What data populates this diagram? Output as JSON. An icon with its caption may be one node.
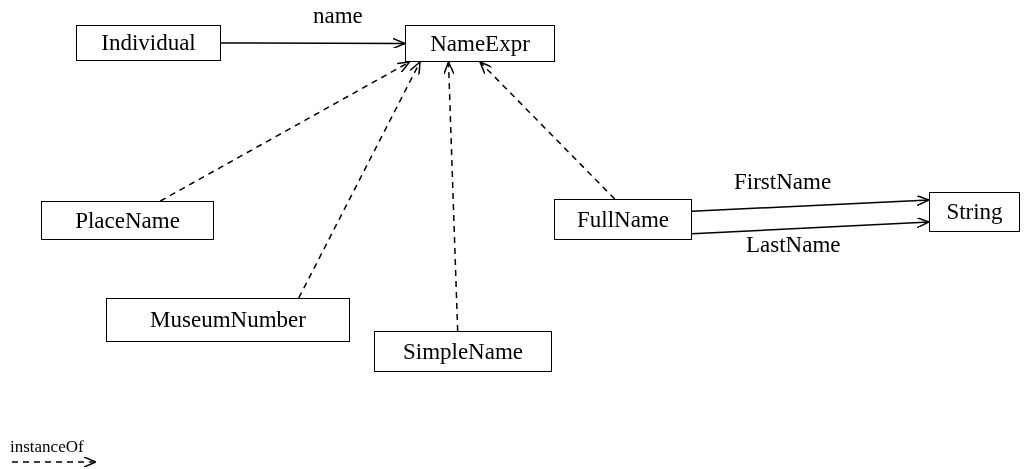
{
  "diagram": {
    "nodes": [
      {
        "text": [
          "Individual"
        ]
      },
      {
        "text": [
          "NameExpr"
        ]
      },
      {
        "text": [
          "PlaceName"
        ]
      },
      {
        "text": [
          "FullName"
        ]
      },
      {
        "text": [
          "String"
        ]
      },
      {
        "text": [
          "MuseumNumber"
        ]
      },
      {
        "text": [
          "SimpleName"
        ]
      }
    ],
    "edges": [
      {
        "from": 0,
        "to": 1,
        "arrow": "to",
        "label": "name"
      },
      {
        "from": 2,
        "to": 1,
        "arrow": "to",
        "style": "dashed"
      },
      {
        "from": 5,
        "to": 1,
        "arrow": "to",
        "style": "dashed"
      },
      {
        "from": 6,
        "to": 1,
        "arrow": "to",
        "style": "dashed"
      },
      {
        "from": 3,
        "to": 1,
        "arrow": "to",
        "style": "dashed"
      },
      {
        "from": 3,
        "to": 4,
        "arrow": "to",
        "label": "FirstName"
      },
      {
        "from": 3,
        "to": 4,
        "arrow": "to",
        "label": "LastName"
      }
    ],
    "legend": [
      {
        "text": "instanceOf"
      }
    ]
  }
}
